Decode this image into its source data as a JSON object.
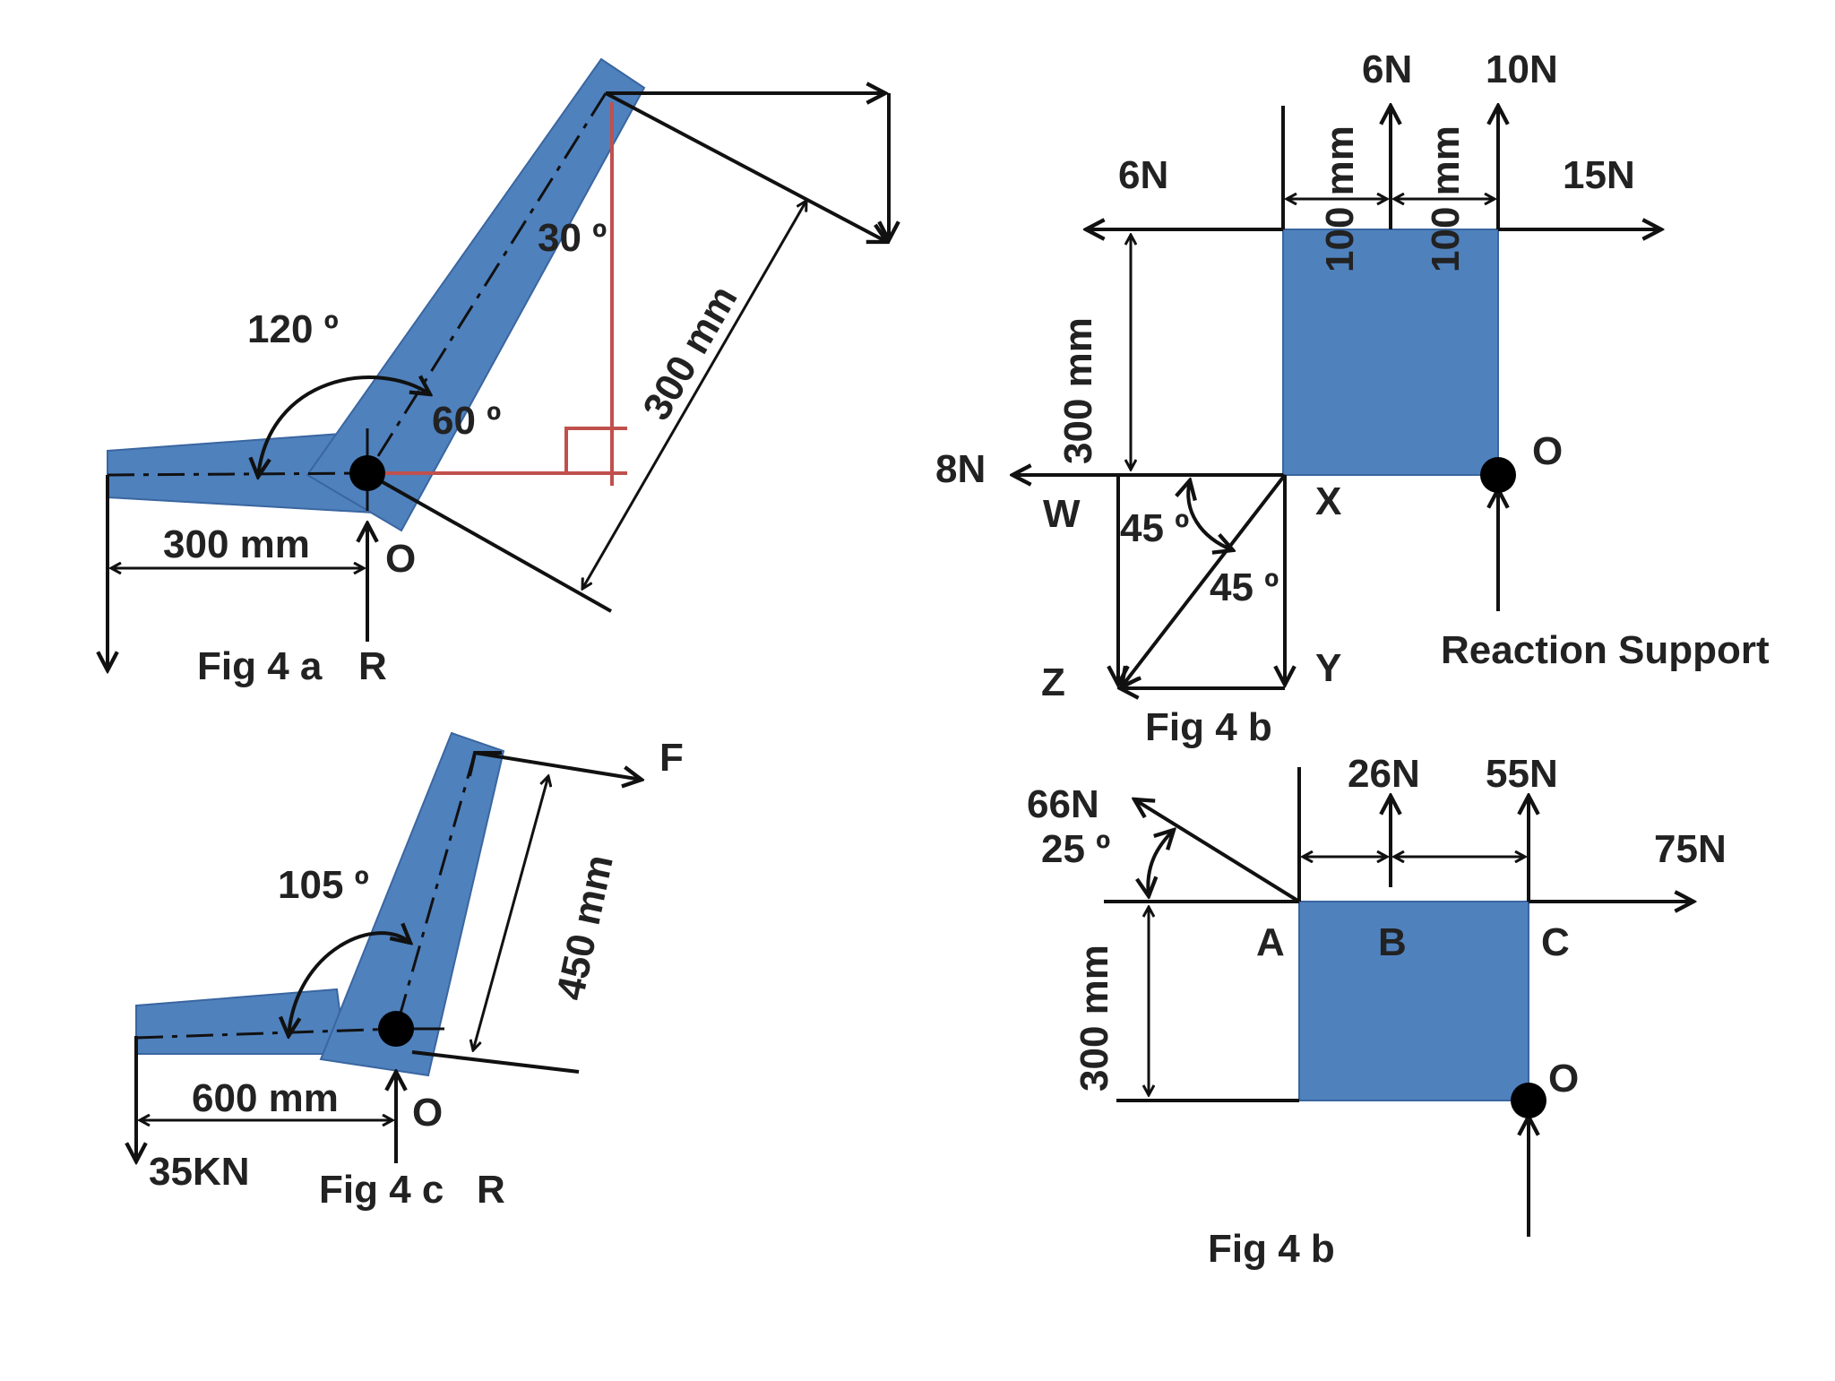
{
  "colors": {
    "member_fill": "#4f81bd",
    "member_edge": "#3a66a0",
    "ink": "#111111",
    "construction": "#c0504d"
  },
  "fig4a": {
    "caption": "Fig 4 a",
    "angle_120": "120 º",
    "angle_60": "60 º",
    "angle_30": "30 º",
    "dim_horizontal": "300 mm",
    "dim_inclined": "300 mm",
    "label_O": "O",
    "label_R": "R"
  },
  "fig4b": {
    "caption": "Fig 4 b",
    "force_6N_left": "6N",
    "force_6N_top": "6N",
    "force_10N": "10N",
    "force_15N": "15N",
    "force_8N": "8N",
    "dim_100_a": "100 mm",
    "dim_100_b": "100 mm",
    "dim_300": "300 mm",
    "angle_45_a": "45 º",
    "angle_45_b": "45 º",
    "label_W": "W",
    "label_X": "X",
    "label_Y": "Y",
    "label_Z": "Z",
    "label_O": "O",
    "reaction": "Reaction Support"
  },
  "fig4c": {
    "caption": "Fig 4 c",
    "angle_105": "105 º",
    "dim_horizontal": "600 mm",
    "dim_inclined": "450 mm",
    "load": "35KN",
    "label_F": "F",
    "label_O": "O",
    "label_R": "R"
  },
  "fig4d": {
    "caption": "Fig 4 b",
    "force_66N": "66N",
    "angle_25": "25 º",
    "force_26N": "26N",
    "force_55N": "55N",
    "force_75N": "75N",
    "dim_300": "300 mm",
    "label_A": "A",
    "label_B": "B",
    "label_C": "C",
    "label_O": "O"
  }
}
